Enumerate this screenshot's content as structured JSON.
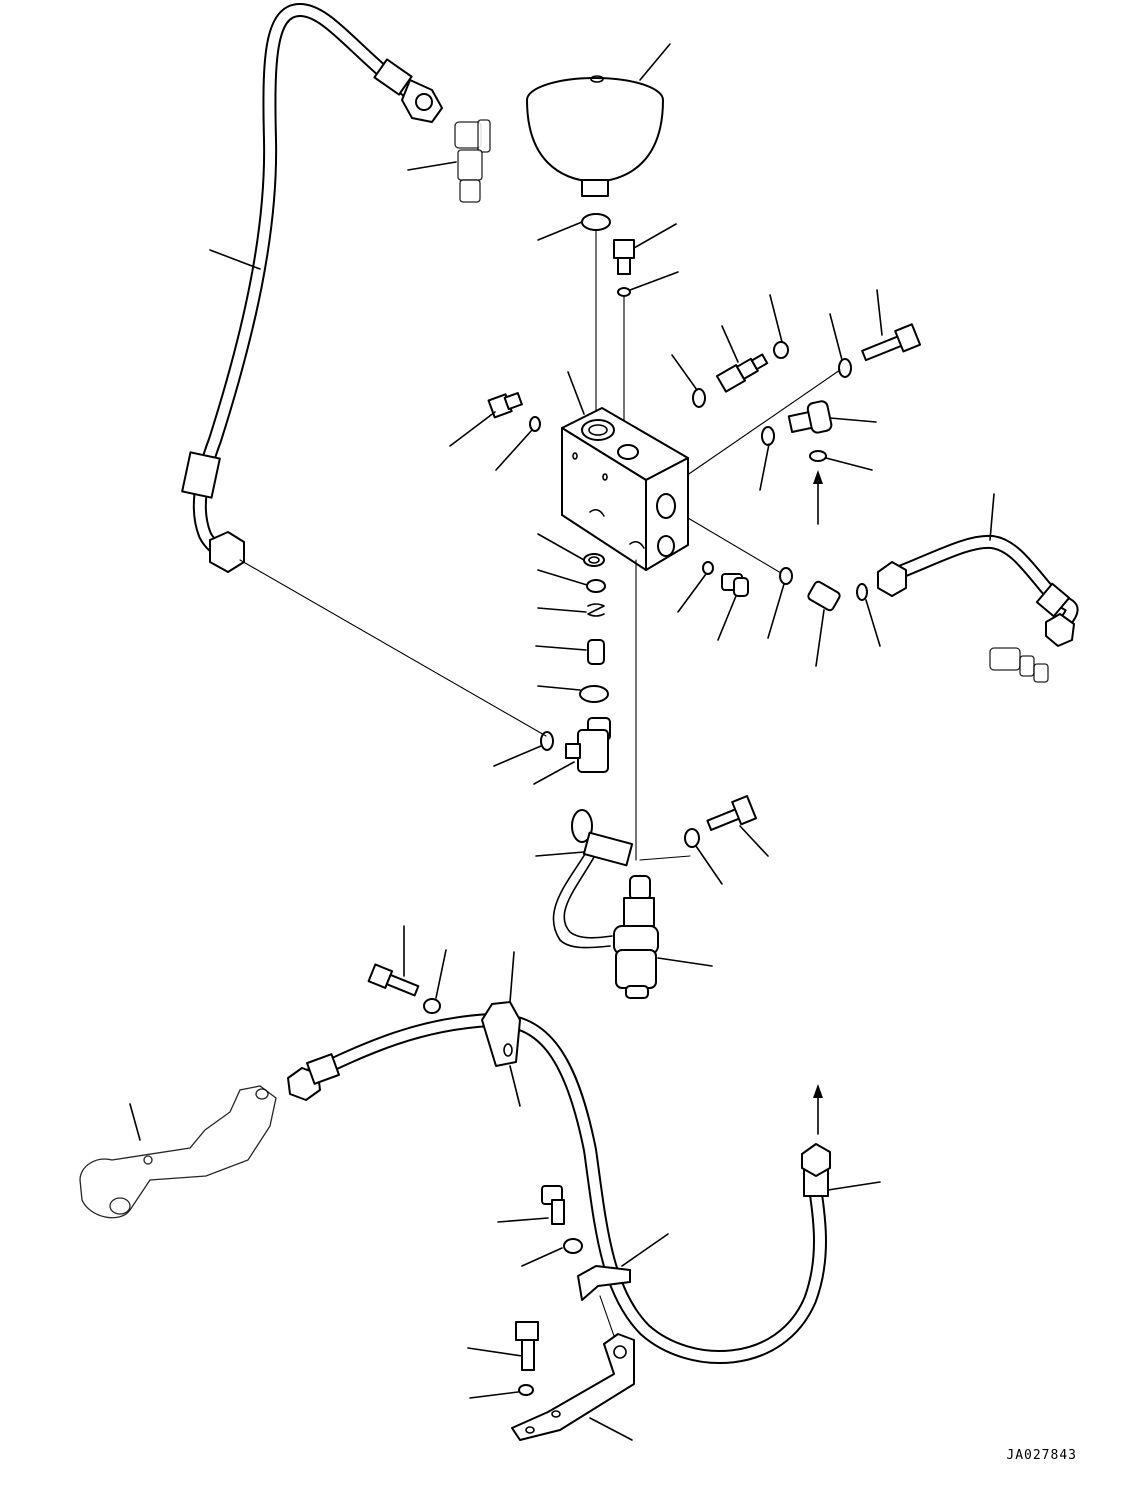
{
  "drawing": {
    "id": "JA027843"
  },
  "parts": [
    {
      "name": "accumulator-sphere"
    },
    {
      "name": "valve-block"
    },
    {
      "name": "upper-left-hose"
    },
    {
      "name": "tee-fitting"
    },
    {
      "name": "right-tube-assembly"
    },
    {
      "name": "lower-hose"
    },
    {
      "name": "mounting-bracket"
    },
    {
      "name": "pressure-switch"
    },
    {
      "name": "wiring-harness-clip"
    }
  ]
}
